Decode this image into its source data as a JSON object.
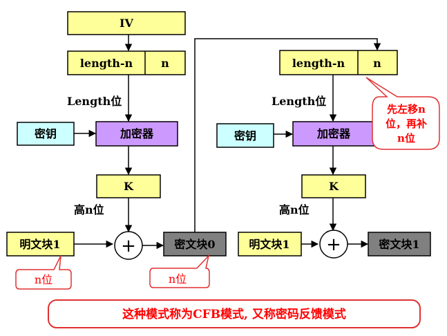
{
  "left": {
    "iv": "IV",
    "length_n": "length-n",
    "n": "n",
    "length_bits": "Length位",
    "key": "密钥",
    "encryptor": "加密器",
    "k": "K",
    "high_n_bits": "高n位",
    "plaintext": "明文块1",
    "xor": "+",
    "ciphertext": "密文块0",
    "callout_plain": "n位",
    "callout_cipher": "n位"
  },
  "right": {
    "length_n": "length-n",
    "n": "n",
    "length_bits": "Length位",
    "key": "密钥",
    "encryptor": "加密器",
    "k": "K",
    "high_n_bits": "高n位",
    "plaintext": "明文块1",
    "xor": "+",
    "ciphertext": "密文块1",
    "callout_shift": [
      "先左移n",
      "位，再补",
      "n位"
    ]
  },
  "footer": "这种模式称为CFB模式, 又称密码反馈模式",
  "colors": {
    "yellow": "#ffff99",
    "purple": "#cc99ff",
    "cyan": "#ccffff",
    "gray": "#808080",
    "red": "#ff0000"
  }
}
